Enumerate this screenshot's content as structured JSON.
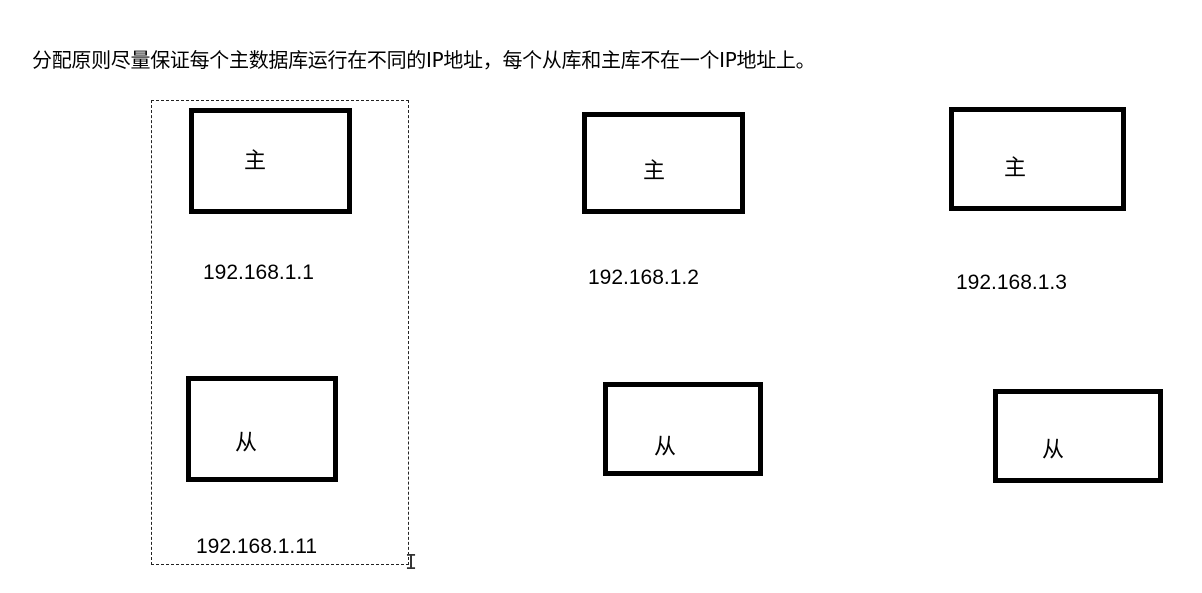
{
  "heading": "分配原则尽量保证每个主数据库运行在不同的IP地址，每个从库和主库不在一个IP地址上。",
  "servers": [
    {
      "master_label": "主",
      "ip": "192.168.1.1",
      "slave_label": "从",
      "slave_ip": "192.168.1.11"
    },
    {
      "master_label": "主",
      "ip": "192.168.1.2",
      "slave_label": "从"
    },
    {
      "master_label": "主",
      "ip": "192.168.1.3",
      "slave_label": "从"
    }
  ]
}
